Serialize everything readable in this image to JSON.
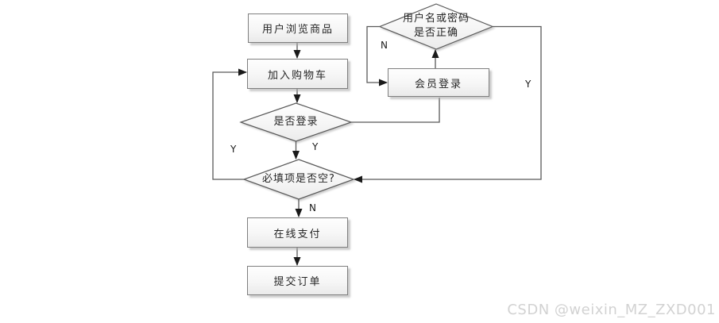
{
  "diagram": {
    "nodes": {
      "browse": "用户浏览商品",
      "add_cart": "加入购物车",
      "member_login": "会员登录",
      "credentials_line1": "用户名或密码",
      "credentials_line2": "是否正确",
      "login_check": "是否登录",
      "required_check": "必填项是否空?",
      "online_pay": "在线支付",
      "submit_order": "提交订单"
    },
    "labels": {
      "credentials_no": "N",
      "credentials_yes": "Y",
      "login_yes": "Y",
      "required_loop_yes": "Y",
      "required_no": "N"
    }
  },
  "watermark": "CSDN @weixin_MZ_ZXD001",
  "colors": {
    "line": "#595959",
    "box_border": "#7f7f7f",
    "arrow": "#1a1a1a",
    "shadow": "#cfcfcf",
    "watermark": "#d2d2d2"
  }
}
